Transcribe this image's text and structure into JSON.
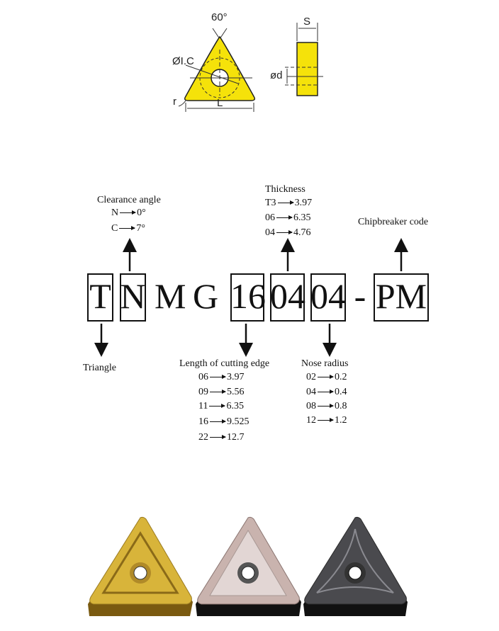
{
  "drawing": {
    "angle_label": "60°",
    "ic_label": "ØI.C",
    "radius_label": "r",
    "length_label": "L",
    "thickness_label": "S",
    "hole_label": "ød",
    "fill_color": "#f5e20a"
  },
  "code": {
    "segments": [
      "T",
      "N",
      "M",
      "G",
      "16",
      "04",
      "04",
      "-",
      "PM"
    ]
  },
  "annotations": {
    "clearance": {
      "title": "Clearance angle",
      "rows": [
        {
          "code": "N",
          "value": "0°"
        },
        {
          "code": "C",
          "value": "7°"
        }
      ]
    },
    "thickness": {
      "title": "Thickness",
      "rows": [
        {
          "code": "T3",
          "value": "3.97"
        },
        {
          "code": "06",
          "value": "6.35"
        },
        {
          "code": "04",
          "value": "4.76"
        }
      ]
    },
    "chipbreaker": {
      "title": "Chipbreaker code"
    },
    "shape": {
      "title": "Triangle"
    },
    "length": {
      "title": "Length of cutting edge",
      "rows": [
        {
          "code": "06",
          "value": "3.97"
        },
        {
          "code": "09",
          "value": "5.56"
        },
        {
          "code": "11",
          "value": "6.35"
        },
        {
          "code": "16",
          "value": "9.525"
        },
        {
          "code": "22",
          "value": "12.7"
        }
      ]
    },
    "nose": {
      "title": "Nose radius",
      "rows": [
        {
          "code": "02",
          "value": "0.2"
        },
        {
          "code": "04",
          "value": "0.4"
        },
        {
          "code": "08",
          "value": "0.8"
        },
        {
          "code": "12",
          "value": "1.2"
        }
      ]
    }
  },
  "photos": {
    "colors": [
      "#d8b43a",
      "#c9b3ae",
      "#4a4a4e"
    ]
  }
}
